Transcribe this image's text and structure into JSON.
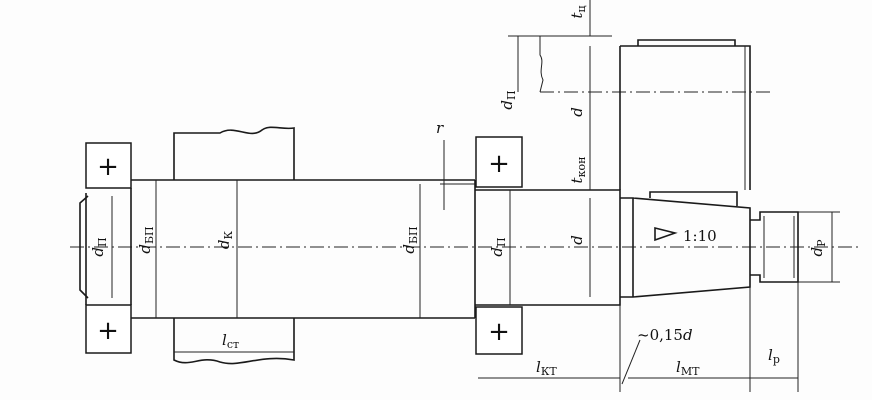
{
  "diagram": {
    "labels": {
      "t_c": {
        "main": "t",
        "sub": "ц"
      },
      "d_p_top": {
        "main": "d",
        "sub": "П"
      },
      "d_top": {
        "main": "d",
        "sub": ""
      },
      "t_kon": {
        "main": "t",
        "sub": "кон"
      },
      "r": {
        "main": "r",
        "sub": ""
      },
      "d_p_left": {
        "main": "d",
        "sub": "П"
      },
      "d_bp_left": {
        "main": "d",
        "sub": "БП"
      },
      "d_k": {
        "main": "d",
        "sub": "К"
      },
      "d_bp_right": {
        "main": "d",
        "sub": "БП"
      },
      "d_p_right": {
        "main": "d",
        "sub": "П"
      },
      "d_mid": {
        "main": "d",
        "sub": ""
      },
      "d_r": {
        "main": "d",
        "sub": "Р"
      },
      "l_st": {
        "main": "l",
        "sub": "ст"
      },
      "l_kt": {
        "main": "l",
        "sub": "КТ"
      },
      "l_mt": {
        "main": "l",
        "sub": "МТ"
      },
      "l_r": {
        "main": "l",
        "sub": "р"
      }
    },
    "taper": "1:10",
    "offset_note": "~0,15",
    "offset_var": "d",
    "bearing_symbol": "+"
  }
}
